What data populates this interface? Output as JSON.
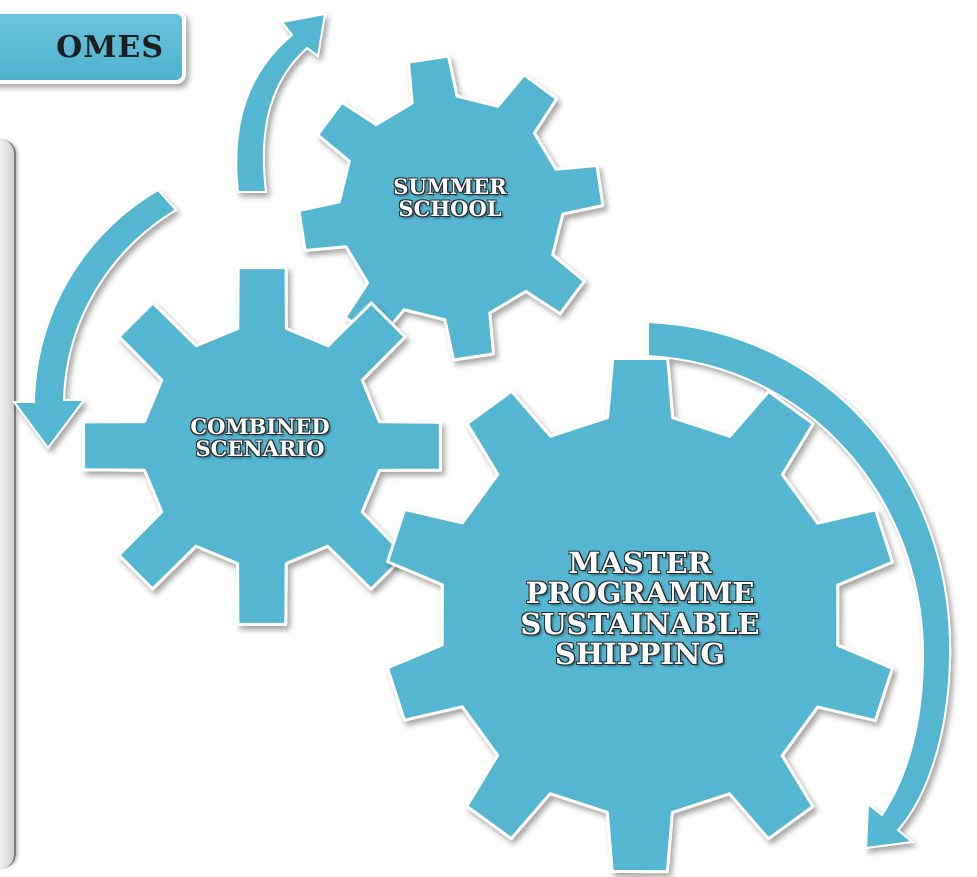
{
  "header": {
    "title_fragment": "OMES"
  },
  "gears": {
    "summer_school": {
      "line1": "SUMMER",
      "line2": "SCHOOL"
    },
    "combined_scenario": {
      "line1": "COMBINED",
      "line2": "SCENARIO"
    },
    "master_programme": {
      "line1": "MASTER",
      "line2": "PROGRAMME",
      "line3": "SUSTAINABLE",
      "line4": "SHIPPING"
    }
  },
  "colors": {
    "gear_fill": "#55b6d2",
    "arrow_fill": "#55b6d2",
    "gear_outline": "#ffffff",
    "text": "#ffffff"
  }
}
